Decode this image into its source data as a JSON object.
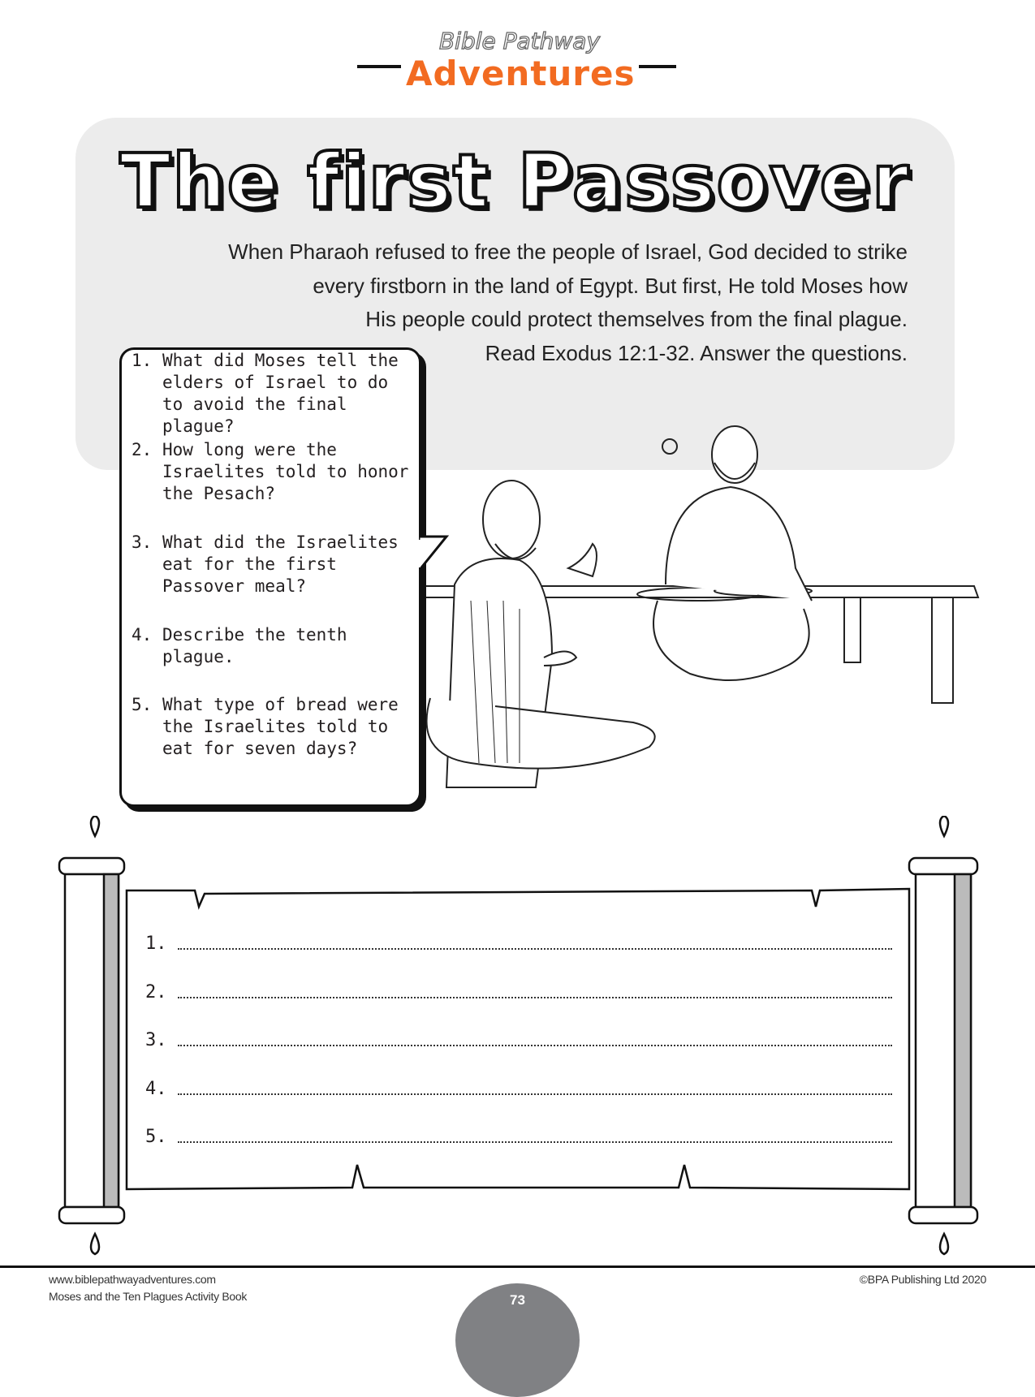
{
  "header": {
    "logo_top": "Bible Pathway",
    "logo_bottom": "Adventures"
  },
  "title": "The first Passover",
  "intro": {
    "lines": [
      "When Pharaoh refused to free the people of Israel, God decided to strike",
      "every firstborn in the land of Egypt. But first, He told Moses how",
      "His people could protect themselves from the final plague.",
      "Read Exodus 12:1-32. Answer the questions."
    ]
  },
  "questions": [
    {
      "num": "1.",
      "text": "What did Moses tell the elders of Israel to do to avoid the final plague?"
    },
    {
      "num": "2.",
      "text": "How long were the Israelites told to honor the Pesach?"
    },
    {
      "num": "3.",
      "text": "What did the Israelites eat for the first Passover meal?"
    },
    {
      "num": "4.",
      "text": "Describe the tenth plague."
    },
    {
      "num": "5.",
      "text": "What type of bread were the Israelites told to eat for seven days?"
    }
  ],
  "answers": [
    "1.",
    "2.",
    "3.",
    "4.",
    "5."
  ],
  "footer": {
    "website": "www.biblepathwayadventures.com",
    "book": "Moses and the Ten Plagues Activity Book",
    "copyright": "©BPA Publishing Ltd 2020",
    "page": "73"
  },
  "colors": {
    "brand_orange": "#f26b21",
    "box_gray": "#ececec",
    "page_circle": "#808184"
  }
}
